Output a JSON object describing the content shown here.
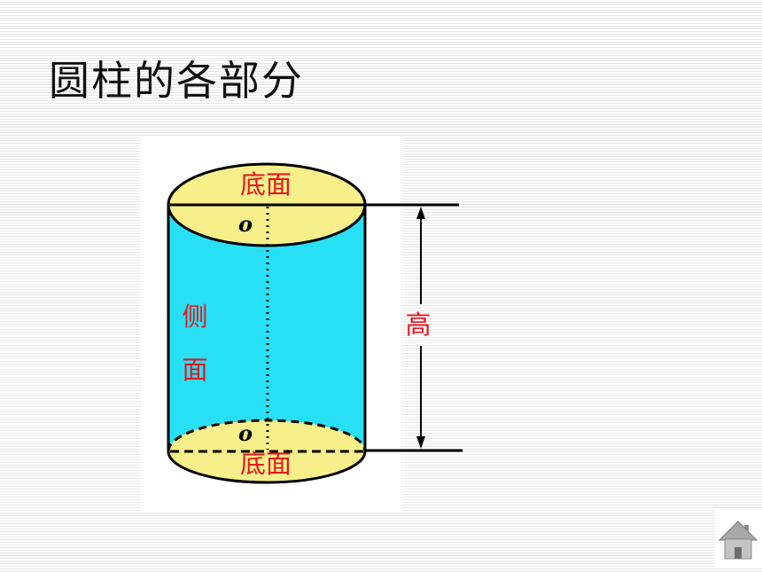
{
  "slide": {
    "title": "圆柱的各部分"
  },
  "diagram": {
    "top_base_label": "底面",
    "bottom_base_label": "底面",
    "center_top_label": "o",
    "center_bottom_label": "o",
    "lateral_label_line1": "侧",
    "lateral_label_line2": "面",
    "height_label": "高"
  },
  "colors": {
    "base_fill": "#f7f08a",
    "lateral_fill": "#28e0f5",
    "label_red": "#e8141e",
    "outline": "#000000"
  },
  "icons": {
    "home": "home-icon"
  }
}
